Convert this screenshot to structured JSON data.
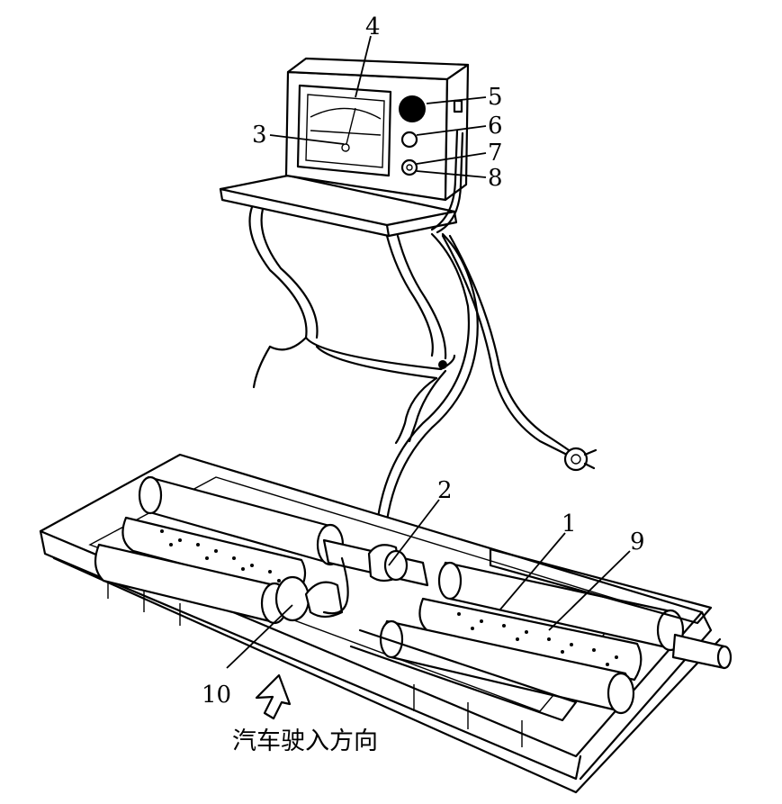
{
  "callouts": [
    {
      "id": "1",
      "text": "1"
    },
    {
      "id": "2",
      "text": "2"
    },
    {
      "id": "3",
      "text": "3"
    },
    {
      "id": "4",
      "text": "4"
    },
    {
      "id": "5",
      "text": "5"
    },
    {
      "id": "6",
      "text": "6"
    },
    {
      "id": "7",
      "text": "7"
    },
    {
      "id": "8",
      "text": "8"
    },
    {
      "id": "9",
      "text": "9"
    },
    {
      "id": "10",
      "text": "10"
    }
  ],
  "direction_caption": "汽车驶入方向",
  "colors": {
    "line": "#000000",
    "background": "#ffffff"
  }
}
